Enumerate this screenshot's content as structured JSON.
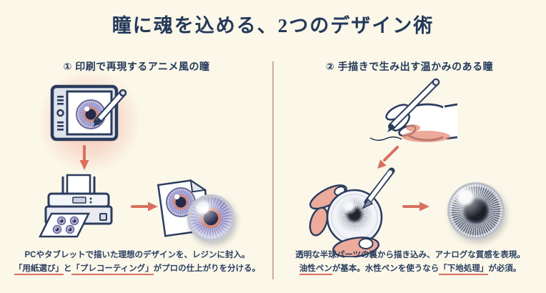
{
  "title": "瞳に魂を込める、2つのデザイン術",
  "colors": {
    "background": "#fbf7e9",
    "ink": "#24395a",
    "accent": "#d9705f",
    "divider": "#cbaaa8",
    "eye_purple": "#8b88c2",
    "eye_gray": "#5f6678",
    "skin_shade": "#ecab9b"
  },
  "icons": [
    "drawing-tablet-icon",
    "stylus-icon",
    "printer-icon",
    "printed-sheet-icon",
    "printed-paper-icon",
    "resin-eye-icon",
    "hand-with-pen-icon",
    "half-sphere-painting-icon",
    "finished-eye-icon",
    "down-arrow-icon",
    "right-arrow-icon",
    "down-left-arrow-icon"
  ],
  "left": {
    "heading": "① 印刷で再現するアニメ風の瞳",
    "caption_line1": "PCやタブレットで描いた理想のデザインを、レジンに封入。",
    "caption_line2": [
      {
        "text": "「用紙選び」",
        "underline": true
      },
      {
        "text": "と",
        "underline": false
      },
      {
        "text": "「プレコーティング」",
        "underline": true
      },
      {
        "text": "がプロの仕上がりを分ける。",
        "underline": false
      }
    ]
  },
  "right": {
    "heading": "② 手描きで生み出す温かみのある瞳",
    "caption_line1": "透明な半球パーツの裏から描き込み、アナログな質感を表現。",
    "caption_line2": [
      {
        "text": "油性ペン",
        "underline": true
      },
      {
        "text": "が基本。水性ペンを使うなら",
        "underline": false
      },
      {
        "text": "「下地処理」",
        "underline": true
      },
      {
        "text": "が必須。",
        "underline": false
      }
    ]
  }
}
